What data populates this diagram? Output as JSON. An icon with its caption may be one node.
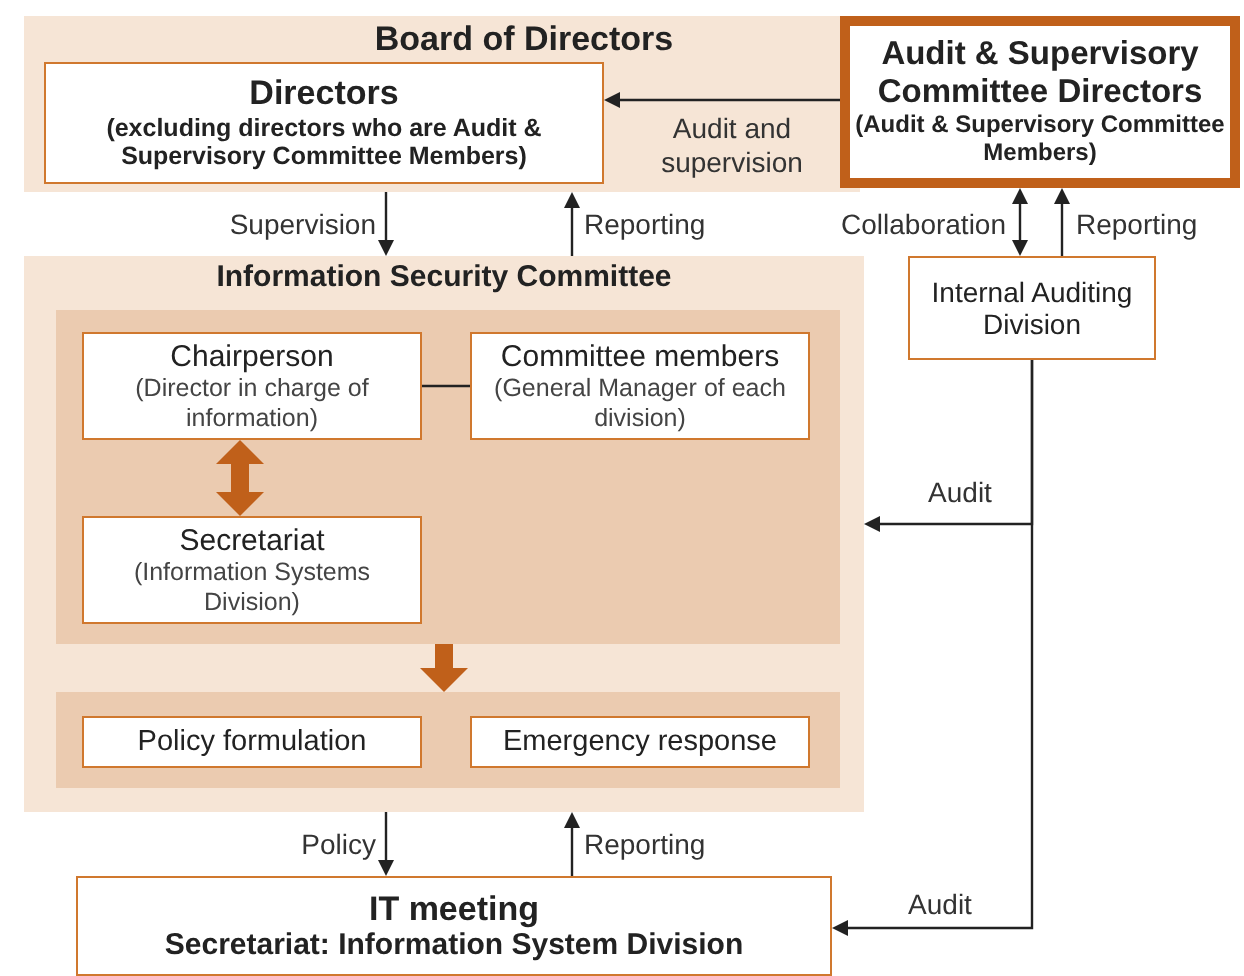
{
  "diagram": {
    "nodes": [
      {
        "text": [
          "Board of Directors"
        ]
      },
      {
        "text": [
          "Directors",
          "(excluding directors who are Audit & Supervisory Committee Members)"
        ],
        "in": 0
      },
      {
        "text": [
          "Audit & Supervisory Committee Directors",
          "(Audit & Supervisory Committee Members)"
        ]
      },
      {
        "text": [
          "Internal Auditing Division"
        ]
      },
      {
        "text": [
          "Information Security Committee"
        ]
      },
      {
        "text": [],
        "shape": "box",
        "in": 4
      },
      {
        "text": [
          "Chairperson",
          "(Director in charge of information)"
        ],
        "in": 5
      },
      {
        "text": [
          "Committee members",
          "(General Manager of each division)"
        ],
        "in": 5
      },
      {
        "text": [
          "Secretariat",
          "(Information Systems Division)"
        ],
        "in": 5
      },
      {
        "text": [],
        "shape": "box",
        "in": 4
      },
      {
        "text": [
          "Policy formulation"
        ],
        "in": 9
      },
      {
        "text": [
          "Emergency response"
        ],
        "in": 9
      },
      {
        "text": [
          "IT meeting",
          "Secretariat: Information System Division"
        ]
      }
    ],
    "edges": [
      {
        "from": 2,
        "to": 1,
        "arrow": "to",
        "label": "Audit and supervision"
      },
      {
        "from": 0,
        "to": 4,
        "arrow": "to",
        "label": "Supervision"
      },
      {
        "from": 4,
        "to": 0,
        "arrow": "to",
        "label": "Reporting"
      },
      {
        "from": 2,
        "to": 3,
        "arrow": "both",
        "label": "Collaboration"
      },
      {
        "from": 3,
        "to": 2,
        "arrow": "to",
        "label": "Reporting"
      },
      {
        "from": 6,
        "to": 8,
        "arrow": "both",
        "style": "thick",
        "color": "#c0601a"
      },
      {
        "from": 6,
        "to": 7,
        "arrow": "none"
      },
      {
        "from": 5,
        "to": 9,
        "arrow": "to",
        "style": "thick",
        "color": "#c0601a"
      },
      {
        "from": 3,
        "to": 4,
        "arrow": "to",
        "label": "Audit"
      },
      {
        "from": 3,
        "to": 12,
        "arrow": "to",
        "label": "Audit"
      },
      {
        "from": 4,
        "to": 12,
        "arrow": "to",
        "label": "Policy"
      },
      {
        "from": 12,
        "to": 4,
        "arrow": "to",
        "label": "Reporting"
      }
    ]
  }
}
